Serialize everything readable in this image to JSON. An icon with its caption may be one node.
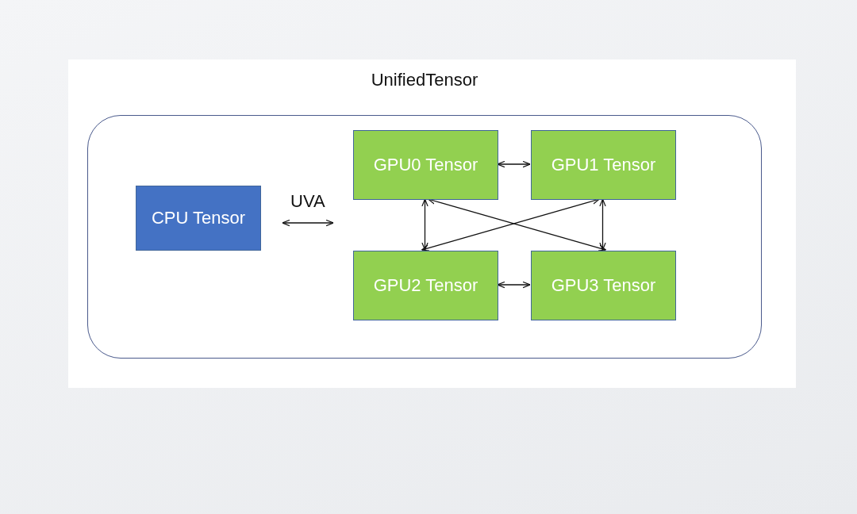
{
  "diagram": {
    "nodes": [
      {
        "text": [
          "UnifiedTensor"
        ]
      },
      {
        "text": [
          "CPU Tensor"
        ],
        "in": 0
      },
      {
        "text": [
          "GPU0 Tensor"
        ],
        "in": 0
      },
      {
        "text": [
          "GPU1 Tensor"
        ],
        "in": 0
      },
      {
        "text": [
          "GPU2 Tensor"
        ],
        "in": 0
      },
      {
        "text": [
          "GPU3 Tensor"
        ],
        "in": 0
      }
    ],
    "edges": [
      {
        "from": 1,
        "to": null,
        "arrow": "both",
        "label": "UVA"
      },
      {
        "from": 2,
        "to": 3,
        "arrow": "both"
      },
      {
        "from": 4,
        "to": 5,
        "arrow": "both"
      },
      {
        "from": 2,
        "to": 4,
        "arrow": "both"
      },
      {
        "from": 3,
        "to": 5,
        "arrow": "both"
      },
      {
        "from": 2,
        "to": 5,
        "arrow": "both"
      },
      {
        "from": 3,
        "to": 4,
        "arrow": "both"
      }
    ]
  }
}
